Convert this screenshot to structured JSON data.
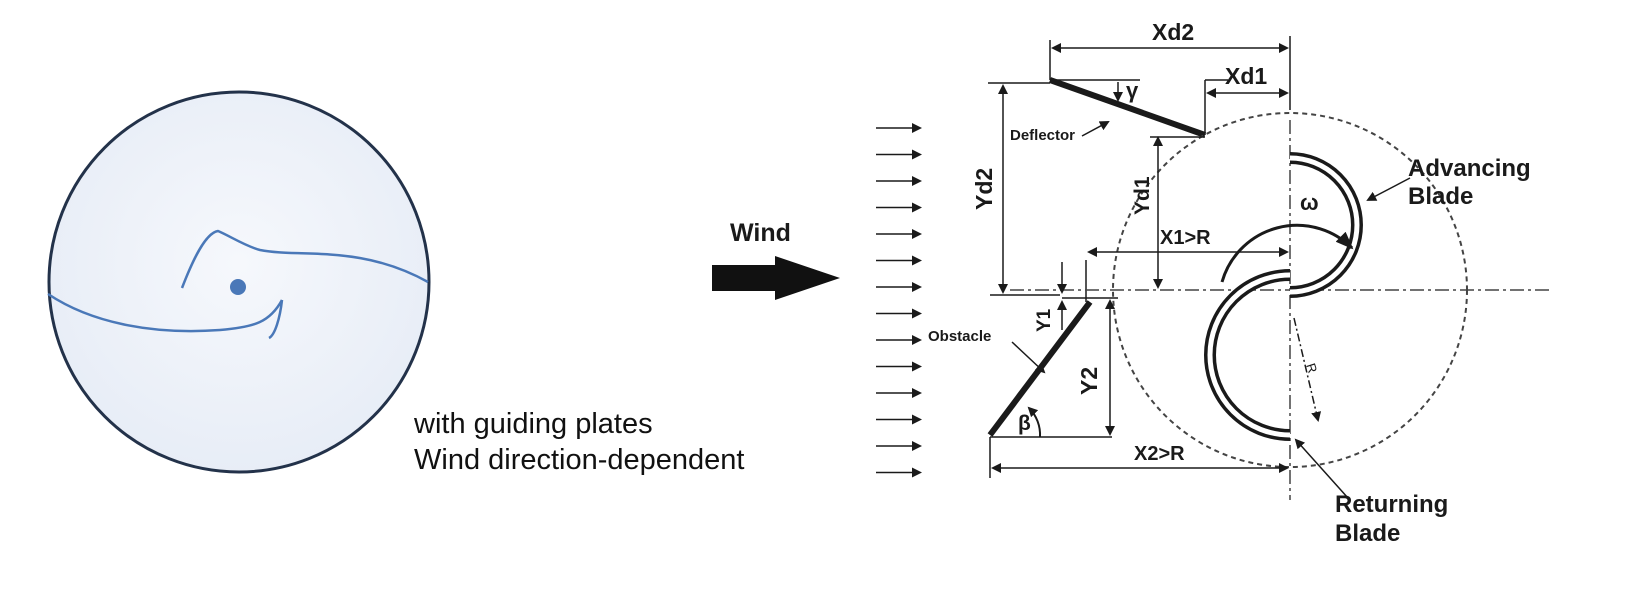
{
  "left_diagram": {
    "caption_line1": "with guiding plates",
    "caption_line2": "Wind direction-dependent"
  },
  "right_diagram": {
    "wind_label": "Wind",
    "deflector_label": "Deflector",
    "obstacle_label": "Obstacle",
    "advancing_blade_line1": "Advancing",
    "advancing_blade_line2": "Blade",
    "returning_blade_line1": "Returning",
    "returning_blade_line2": "Blade",
    "dim_xd2": "Xd2",
    "dim_xd1": "Xd1",
    "dim_yd2": "Yd2",
    "dim_yd1": "Yd1",
    "dim_x1": "X1>R",
    "dim_x2": "X2>R",
    "dim_y1": "Y1",
    "dim_y2": "Y2",
    "angle_gamma": "γ",
    "angle_beta": "β",
    "omega": "ω",
    "radius": "R"
  },
  "colors": {
    "stroke": "#1a1a1a",
    "blade_line": "#4a78b8",
    "circle_fill": "#eef2f9"
  }
}
